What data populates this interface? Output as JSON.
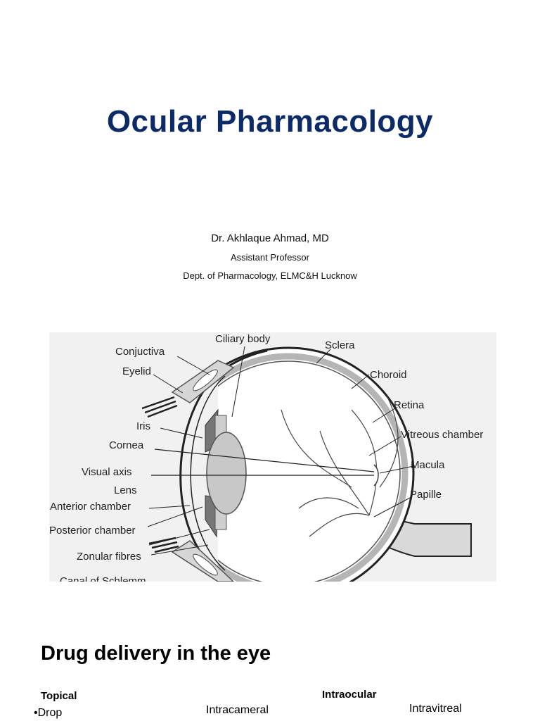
{
  "slide1": {
    "title": "Ocular Pharmacology",
    "author": "Dr. Akhlaque Ahmad, MD",
    "role": "Assistant Professor",
    "dept": "Dept. of Pharmacology, ELMC&H Lucknow"
  },
  "diagram": {
    "labels": {
      "conjuctiva": "Conjuctiva",
      "eyelid": "Eyelid",
      "ciliary_body": "Ciliary body",
      "sclera": "Sclera",
      "choroid": "Choroid",
      "retina": "Retina",
      "iris": "Iris",
      "cornea": "Cornea",
      "vitreous": "Vitreous chamber",
      "visual_axis": "Visual axis",
      "macula": "Macula",
      "lens": "Lens",
      "anterior": "Anterior chamber",
      "papille": "Papille",
      "posterior": "Posterior chamber",
      "zonular": "Zonular fibres",
      "schlemm": "Canal of Schlemm"
    }
  },
  "slide2": {
    "title": "Drug delivery in the eye",
    "topical_head": "Topical",
    "topical_item": "•Drop",
    "intracameral": "Intracameral",
    "intraocular_head": "Intraocular",
    "intravitreal": "Intravitreal"
  }
}
